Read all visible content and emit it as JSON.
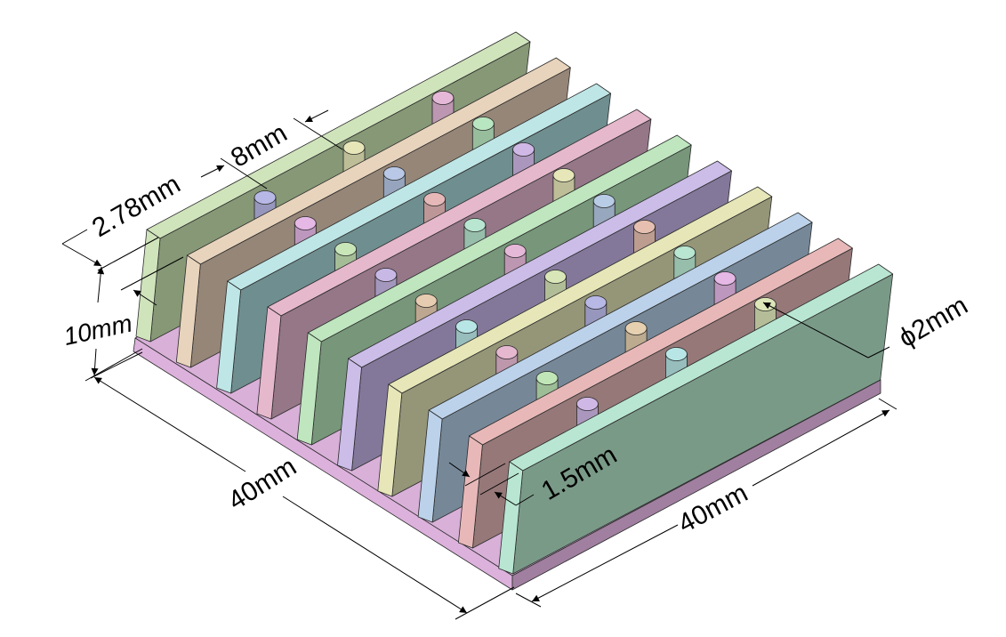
{
  "title": "Pin-fin heatsink isometric drawing",
  "dimensions": {
    "fin_spacing": "8mm",
    "pin_offset": "2.78mm",
    "fin_height": "10mm",
    "base_length_left": "40mm",
    "base_length_right": "40mm",
    "fin_thickness": "1.5mm",
    "pin_diameter": "ϕ2mm"
  },
  "model": {
    "fin_count": 10,
    "pins_per_gap": 3,
    "base_color": "#d8b0d8",
    "fin_colors": [
      {
        "light": "#d0e4bc",
        "side": "#869876"
      },
      {
        "light": "#e8d4bc",
        "side": "#968678"
      },
      {
        "light": "#bfe6e6",
        "side": "#6f8e90"
      },
      {
        "light": "#e6b8cc",
        "side": "#957788"
      },
      {
        "light": "#bfe6bf",
        "side": "#77967a"
      },
      {
        "light": "#cbbde8",
        "side": "#83789a"
      },
      {
        "light": "#e6e6b8",
        "side": "#959578"
      },
      {
        "light": "#bcd2ea",
        "side": "#768898"
      },
      {
        "light": "#e8b8b8",
        "side": "#967878"
      },
      {
        "light": "#b8e6d2",
        "side": "#7a9a88"
      }
    ],
    "pin_colors": [
      [
        "#b8b8e6",
        "#e6e6b8",
        "#e6b8d8"
      ],
      [
        "#e6b8e6",
        "#b8c8e6",
        "#b8e6c0"
      ],
      [
        "#c8e6b8",
        "#e6b8b8",
        "#d0b8e6"
      ],
      [
        "#c8b8e6",
        "#b8e6d0",
        "#e6e6b8"
      ],
      [
        "#e6ccb0",
        "#e6b8d8",
        "#b8cce6"
      ],
      [
        "#b8e6e6",
        "#d8e6b8",
        "#e6bfb0"
      ],
      [
        "#e6b8d0",
        "#b8b8e6",
        "#b8e6d0"
      ],
      [
        "#c0e6b8",
        "#e6d0b0",
        "#e6b8e6"
      ],
      [
        "#d0b8e6",
        "#b8e6e6",
        "#dce6b8"
      ]
    ]
  }
}
